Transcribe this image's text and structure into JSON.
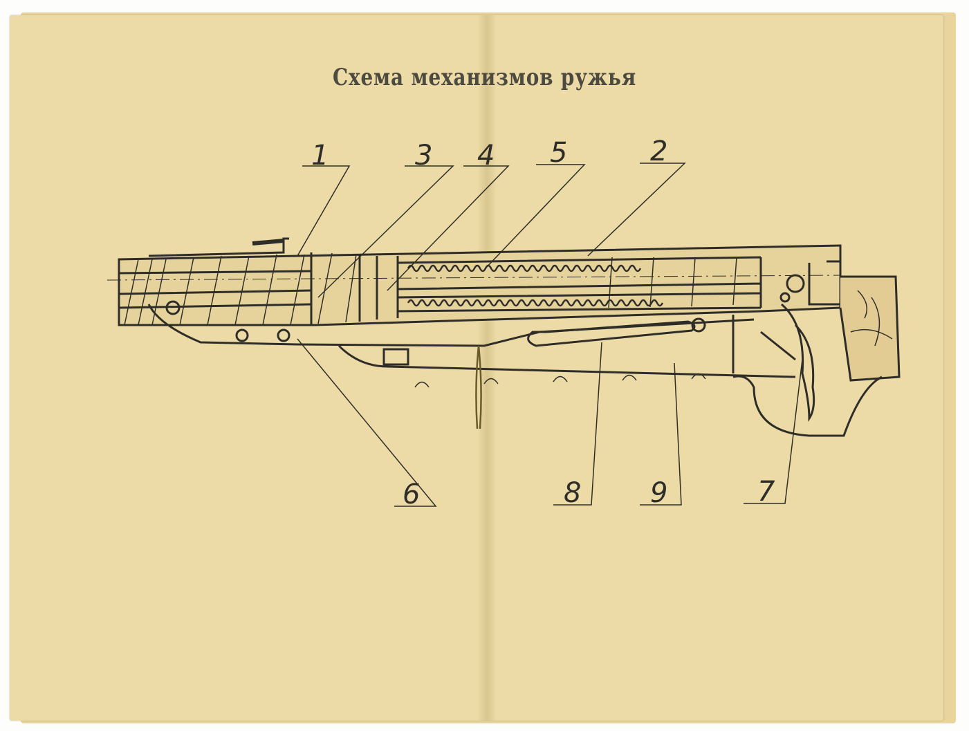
{
  "title": "Схема механизмов ружья",
  "labels": {
    "p1": "1",
    "p2": "2",
    "p3": "3",
    "p4": "4",
    "p5": "5",
    "p6": "6",
    "p7": "7",
    "p8": "8",
    "p9": "9"
  },
  "colors": {
    "paper": "#ecdba6",
    "ink": "#2f2d28"
  }
}
